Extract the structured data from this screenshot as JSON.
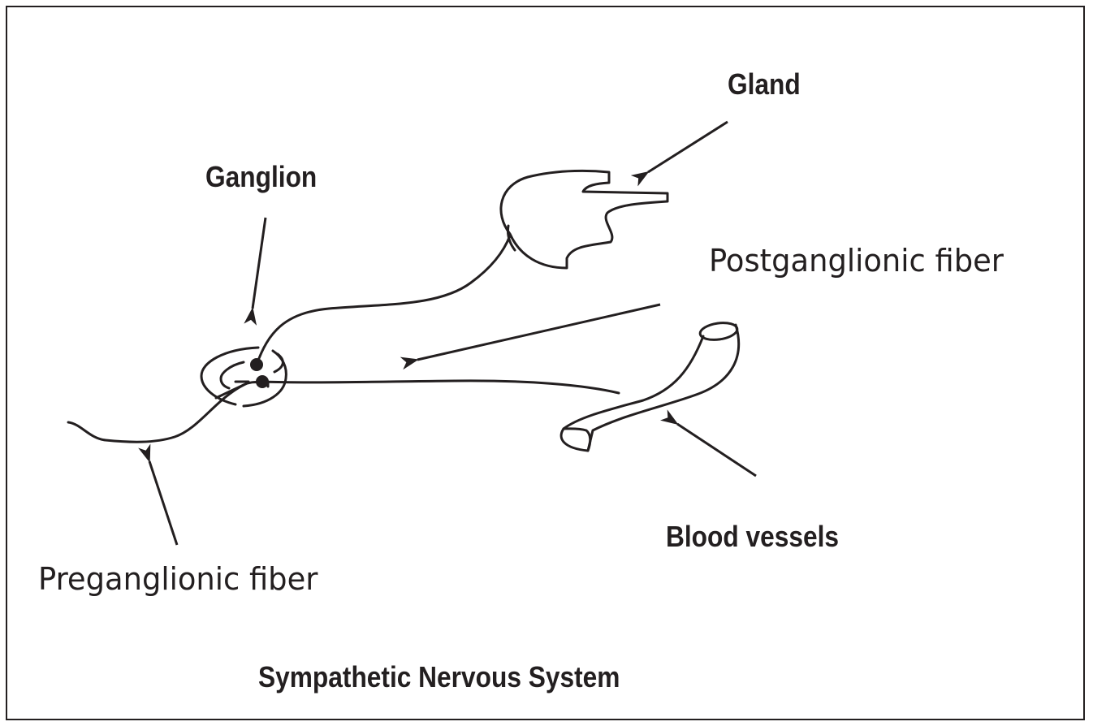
{
  "labels": {
    "gland": "Gland",
    "ganglion": "Ganglion",
    "postganglionic": "Postganglionic fiber",
    "preganglionic": "Preganglionic fiber",
    "blood_vessels": "Blood vessels",
    "title": "Sympathetic Nervous System"
  },
  "colors": {
    "ink": "#231f20",
    "background": "#ffffff"
  }
}
